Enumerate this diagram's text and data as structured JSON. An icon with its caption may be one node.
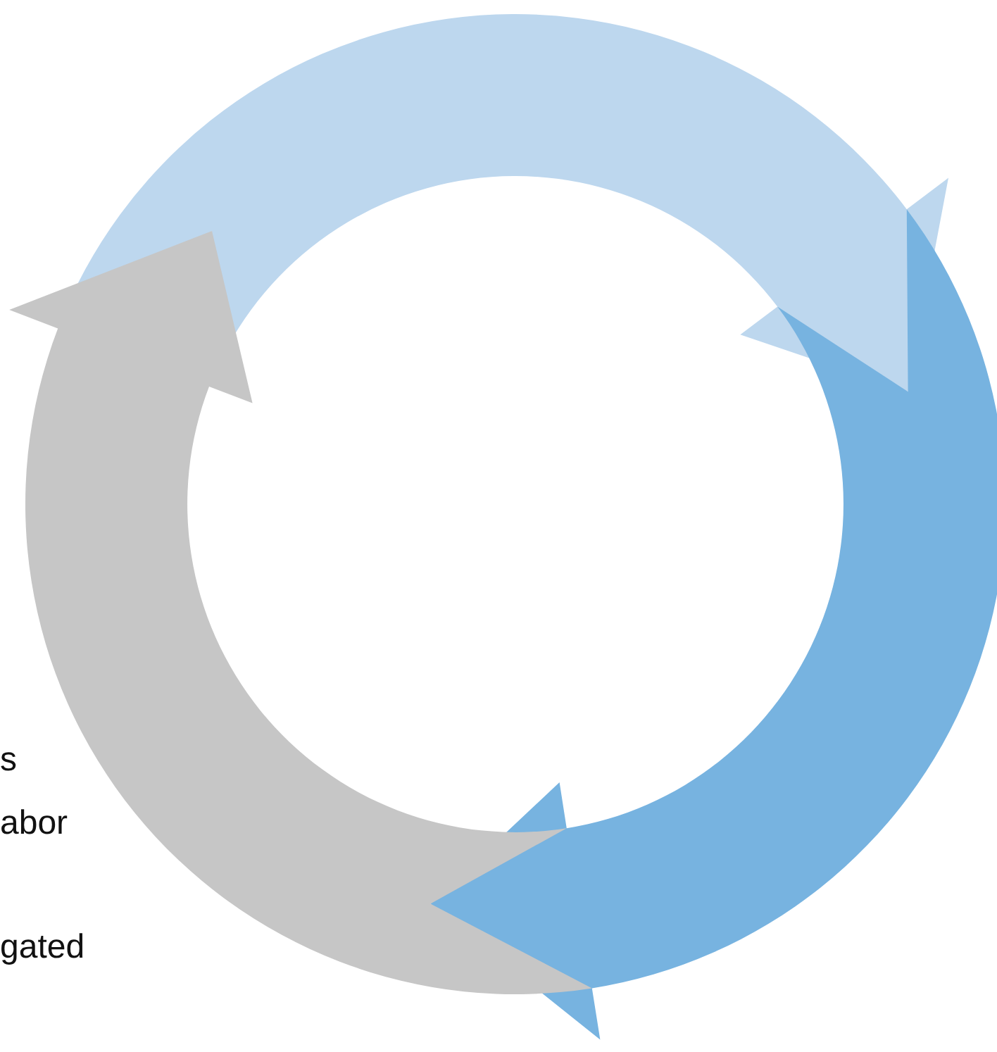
{
  "diagram": {
    "labels": [
      "s",
      "abor",
      "gated"
    ]
  }
}
